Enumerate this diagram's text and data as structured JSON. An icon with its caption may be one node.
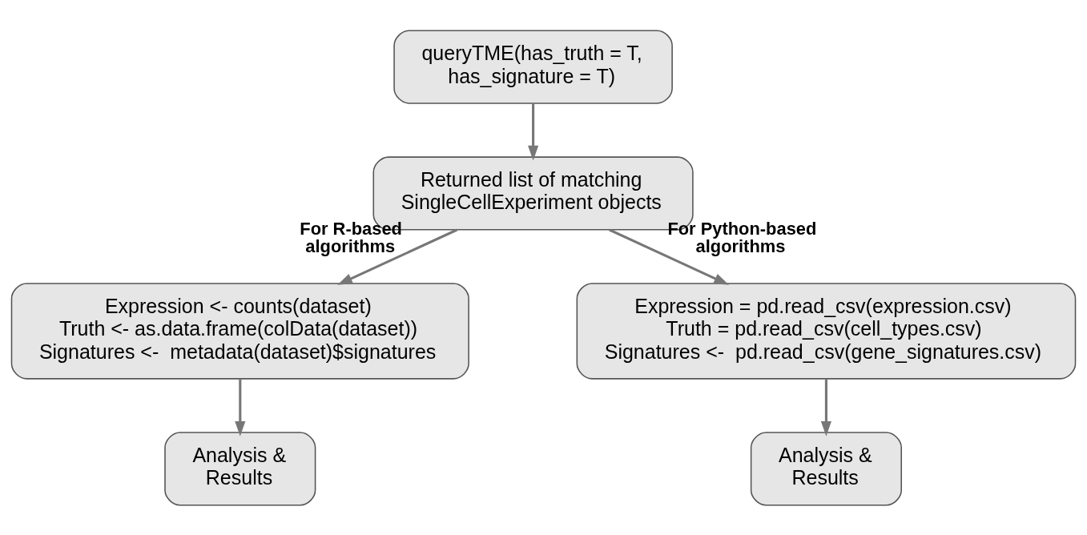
{
  "diagram": {
    "nodes": [
      {
        "text": [
          "queryTME(has_truth = T, has_signature = T)"
        ]
      },
      {
        "text": [
          "Returned list of matching SingleCellExperiment objects"
        ]
      },
      {
        "text": [
          "Expression <- counts(dataset)",
          "Truth <- as.data.frame(colData(dataset))",
          "Signatures <-  metadata(dataset)$signatures"
        ]
      },
      {
        "text": [
          "Expression = pd.read_csv(expression.csv)",
          "Truth = pd.read_csv(cell_types.csv)",
          "Signatures <-  pd.read_csv(gene_signatures.csv)"
        ]
      },
      {
        "text": [
          "Analysis & Results"
        ]
      },
      {
        "text": [
          "Analysis & Results"
        ]
      }
    ],
    "edges": [
      {
        "from": 0,
        "to": 1,
        "arrow": "to"
      },
      {
        "from": 1,
        "to": 2,
        "arrow": "to",
        "label": "For R-based algorithms"
      },
      {
        "from": 1,
        "to": 3,
        "arrow": "to",
        "label": "For Python-based algorithms"
      },
      {
        "from": 2,
        "to": 4,
        "arrow": "to"
      },
      {
        "from": 3,
        "to": 5,
        "arrow": "to"
      }
    ]
  }
}
